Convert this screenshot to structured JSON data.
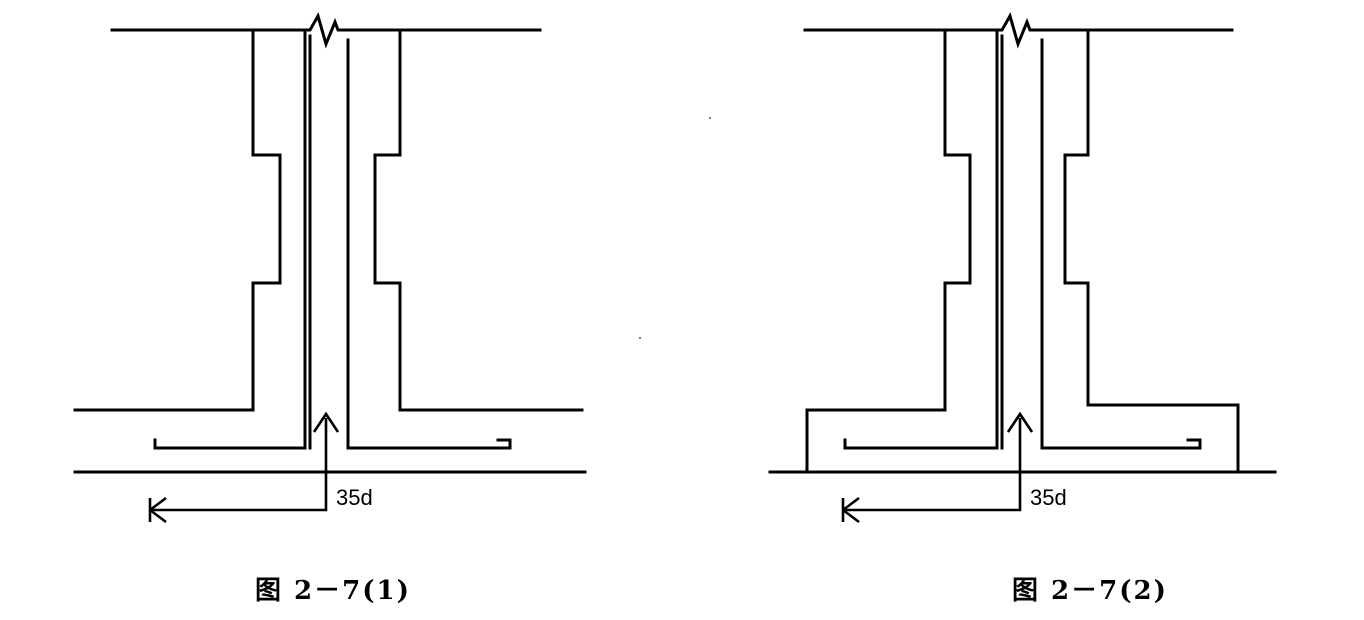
{
  "figures": [
    {
      "id": "fig-1",
      "caption": "图 2－7(1)",
      "dimension_label": "35d"
    },
    {
      "id": "fig-2",
      "caption": "图 2－7(2)",
      "dimension_label": "35d"
    }
  ]
}
